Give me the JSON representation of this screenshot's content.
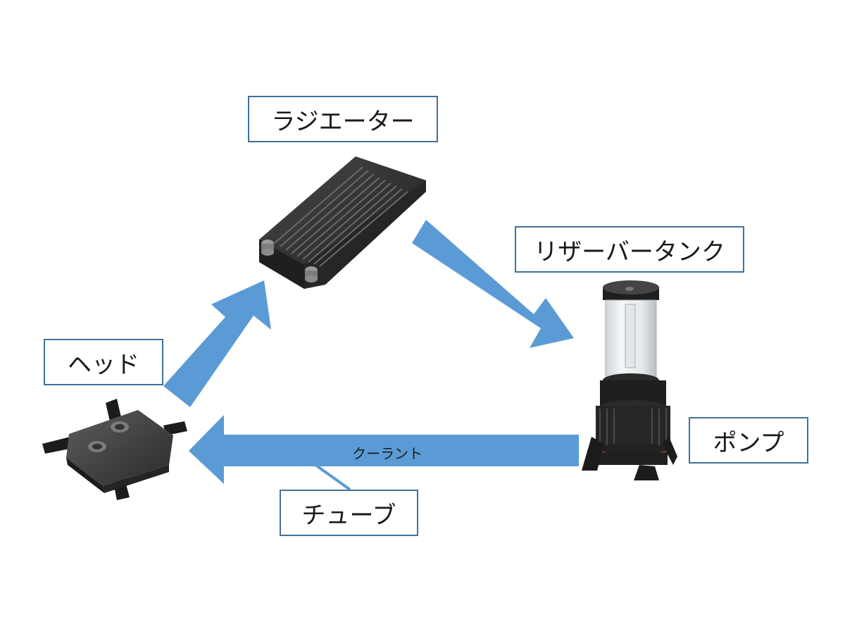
{
  "labels": {
    "radiator": "ラジエーター",
    "reservoir": "リザーバータンク",
    "head": "ヘッド",
    "pump": "ポンプ",
    "tube": "チューブ",
    "coolant": "クーラント"
  },
  "colors": {
    "arrow": "#5b9bd5",
    "box_border": "#41719c",
    "part_dark": "#2b2b2b"
  },
  "icons": {
    "radiator": "radiator-illustration",
    "reservoir_pump": "reservoir-pump-illustration",
    "head": "water-block-illustration"
  }
}
